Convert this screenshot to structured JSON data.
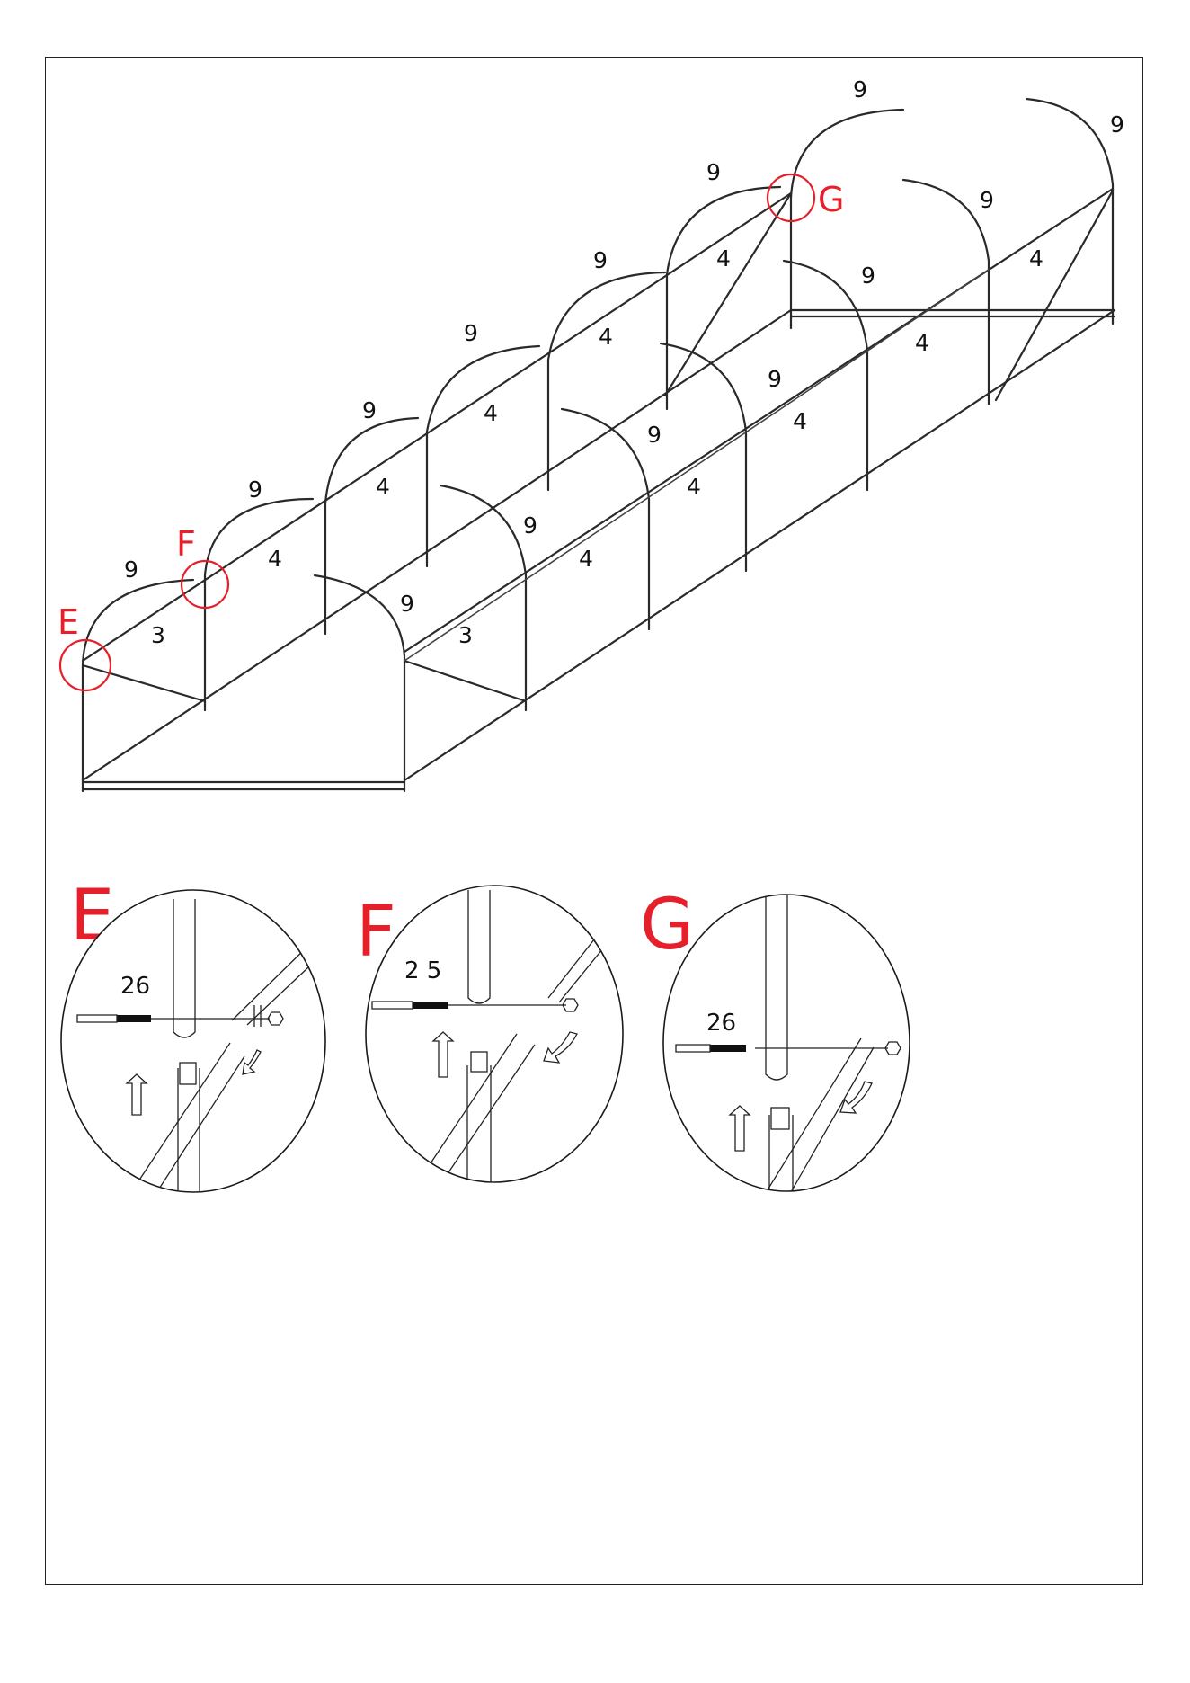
{
  "callouts": {
    "e": "E",
    "f": "F",
    "g": "G"
  },
  "part_labels": {
    "arch": "9",
    "long_bar": "4",
    "end_bar": "3"
  },
  "details": {
    "e": {
      "title": "E",
      "bolt": "26"
    },
    "f": {
      "title": "F",
      "bolt": "2 5"
    },
    "g": {
      "title": "G",
      "bolt": "26"
    }
  },
  "colors": {
    "callout": "#e5202a",
    "line": "#2a2a2a"
  }
}
